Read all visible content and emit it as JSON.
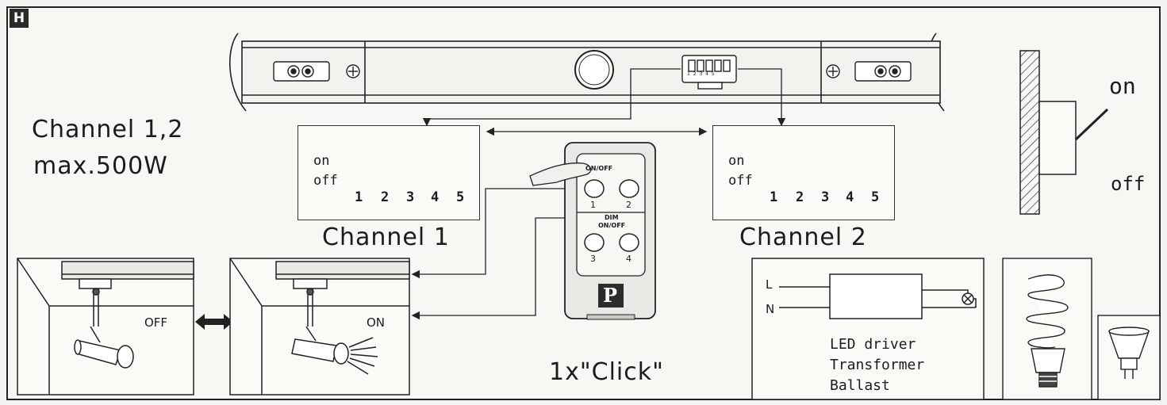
{
  "badge": "H",
  "channel_12": {
    "line1": "Channel 1,2",
    "line2": "max.500W"
  },
  "dip": {
    "on_label": "on",
    "off_label": "off",
    "switch_numbers": [
      "1",
      "2",
      "3",
      "4",
      "5"
    ],
    "channel1_title": "Channel 1",
    "channel2_title": "Channel 2"
  },
  "track_dip_numbers": "1 2 3 4 5",
  "remote": {
    "on_off_label": "ON/OFF",
    "dim_label": "DIM",
    "dim_on_off_label": "ON/OFF",
    "buttons": [
      "1",
      "2",
      "3",
      "4"
    ],
    "logo": "P"
  },
  "click_caption": "1x\"Click\"",
  "spot_off_label": "OFF",
  "spot_on_label": "ON",
  "wall_switch": {
    "on": "on",
    "off": "off"
  },
  "wiring": {
    "l_label": "L",
    "n_label": "N",
    "line1": "LED driver",
    "line2": "Transformer",
    "line3": "Ballast"
  }
}
